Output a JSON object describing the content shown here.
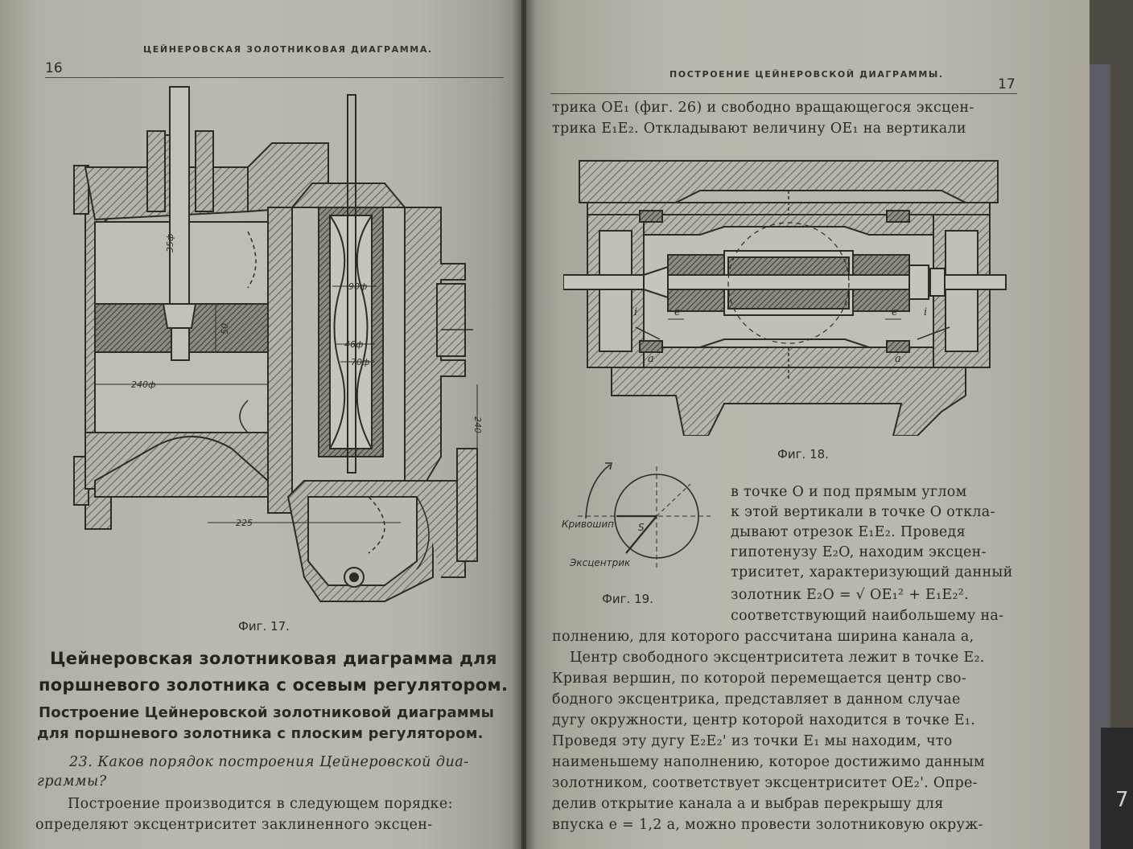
{
  "left_page": {
    "page_number": "16",
    "running_head": "ЦЕЙНЕРОВСКАЯ ЗОЛОТНИКОВАЯ ДИАГРАММА.",
    "figure": {
      "caption": "Фиг. 17.",
      "labels": {
        "d35": "35ф",
        "d50": "50",
        "d90": "90ф",
        "d46": "46ф",
        "d70": "70ф",
        "d240f": "240ф",
        "d240": "240",
        "d225": "225"
      }
    },
    "section_title": [
      "Цейнеровская золотниковая диаграмма для",
      "поршневого золотника с осевым регулятором."
    ],
    "subsection_title": [
      "Построение Цейнеровской золотниковой диаграммы",
      "для поршневого золотника с плоским регулятором."
    ],
    "question": [
      "23. Каков порядок построения Цейнеровской диа-",
      "граммы?"
    ],
    "text": [
      "Построение производится в следующем порядке:",
      "определяют эксцентриситет заклиненного эксцен-"
    ]
  },
  "right_page": {
    "page_number": "17",
    "running_head": "ПОСТРОЕНИЕ ЦЕЙНЕРОВСКОЙ ДИАГРАММЫ.",
    "intro_lines": [
      "трика OE₁ (фиг. 26) и свободно вращающегося эксцен-",
      "трика E₁E₂. Откладывают величину OE₁ на вертикали"
    ],
    "figure18": {
      "caption": "Фиг. 18.",
      "labels": {
        "e_left": "e",
        "e_right": "e",
        "i_left": "i",
        "i_right": "i",
        "a_left": "a",
        "a_right": "a"
      }
    },
    "figure19": {
      "caption": "Фиг. 19.",
      "labels": {
        "crank": "Кривошип",
        "eccentric": "Эксцентрик",
        "s": "S"
      }
    },
    "wrap_lines": [
      "в точке O и под прямым углом",
      "к этой вертикали в точке O откла-",
      "дывают отрезок E₁E₂. Проведя",
      "гипотенузу E₂O, находим эксцен-",
      "триситет, характеризующий данный",
      "золотник  E₂O = √ OE₁² + E₁E₂².",
      "соответствующий наибольшему на-"
    ],
    "body_lines": [
      "полнению, для которого рассчитана ширина канала a,",
      "Центр свободного эксцентриситета лежит в точке E₂.",
      "Кривая вершин, по которой перемещается центр сво-",
      "бодного эксцентрика, представляет в данном случае",
      "дугу окружности, центр которой находится в точке E₁.",
      "Проведя эту дугу E₂E₂' из точки E₁ мы находим, что",
      "наименьшему наполнению, которое достижимо данным",
      "золотником, соответствует эксцентриситет OE₂'. Опре-",
      "делив открытие канала a и выбрав перекрышу для",
      "впуска e = 1,2 a, можно провести золотниковую окруж-"
    ]
  },
  "colors": {
    "paper": "#bab6ad",
    "ink": "#2b2925",
    "hatch": "#5a564e",
    "background": "#4f4b43"
  }
}
